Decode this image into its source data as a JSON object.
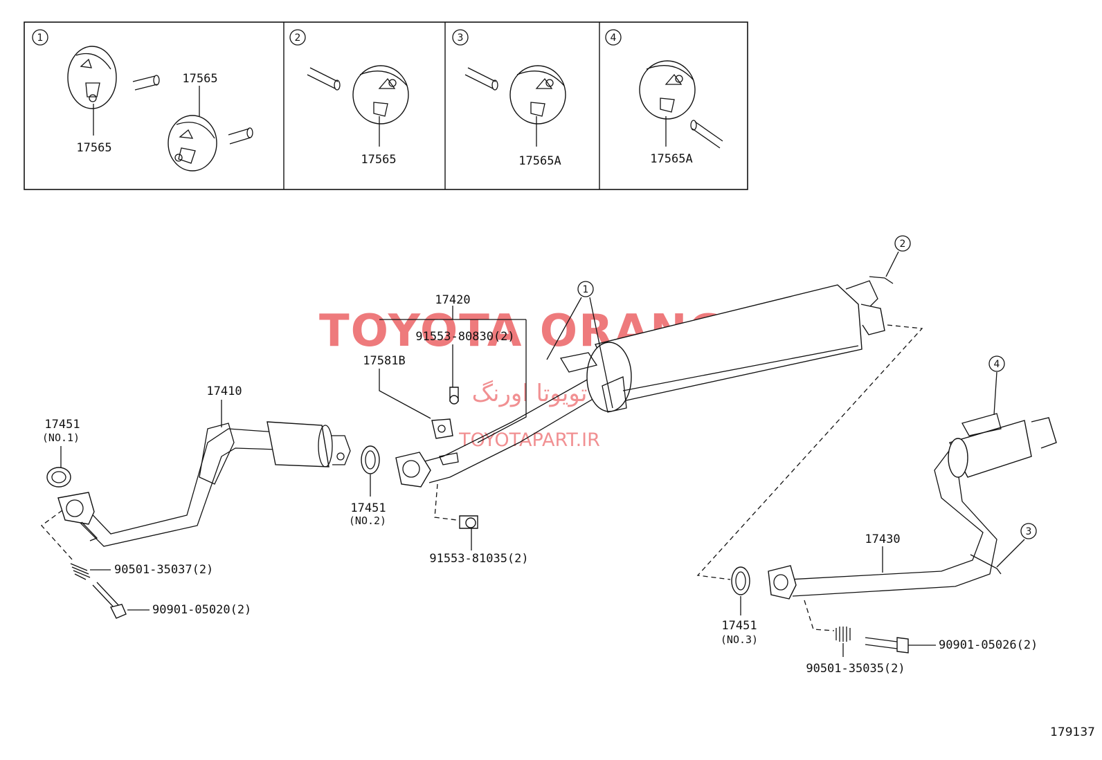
{
  "detail_panels": [
    {
      "num": "1",
      "labels": [
        "17565",
        "17565"
      ]
    },
    {
      "num": "2",
      "labels": [
        "17565"
      ]
    },
    {
      "num": "3",
      "labels": [
        "17565A"
      ]
    },
    {
      "num": "4",
      "labels": [
        "17565A"
      ]
    }
  ],
  "parts": {
    "p17451_no1": "17451",
    "p17451_no1_sub": "(NO.1)",
    "p17410": "17410",
    "p90501_35037": "90501-35037(2)",
    "p90901_05020": "90901-05020(2)",
    "p17451_no2": "17451",
    "p17451_no2_sub": "(NO.2)",
    "p17420": "17420",
    "p91553_80830": "91553-80830(2)",
    "p17581B": "17581B",
    "p91553_81035": "91553-81035(2)",
    "p17430": "17430",
    "p17451_no3": "17451",
    "p17451_no3_sub": "(NO.3)",
    "p90501_35035": "90501-35035(2)",
    "p90901_05026": "90901-05026(2)"
  },
  "callouts": {
    "c1": "1",
    "c2": "2",
    "c3": "3",
    "c4": "4"
  },
  "watermark": {
    "main": "TOYOTA ORANG",
    "persian": "تویوتا اورنگ",
    "site": "TOYOTAPART.IR"
  },
  "figure_number": "179137"
}
